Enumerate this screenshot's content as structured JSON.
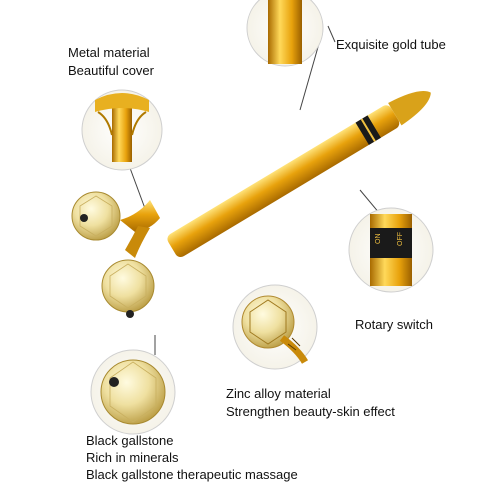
{
  "labels": {
    "metal_material": [
      "Metal material",
      "Beautiful cover"
    ],
    "gold_tube": [
      "Exquisite gold tube"
    ],
    "rotary_switch": [
      "Rotary switch"
    ],
    "zinc_alloy": [
      "Zinc alloy material",
      "Strengthen beauty-skin effect"
    ],
    "black_gallstone": [
      "Black gallstone",
      "Rich in minerals",
      "Black gallstone therapeutic massage"
    ]
  },
  "switch_marks": {
    "on": "ON",
    "off": "OFF"
  },
  "colors": {
    "gold_dark": "#b8860b",
    "gold_mid": "#e0a010",
    "gold_light": "#ffd24a",
    "crystal": "#efe2a0",
    "leader_line": "#444444"
  }
}
